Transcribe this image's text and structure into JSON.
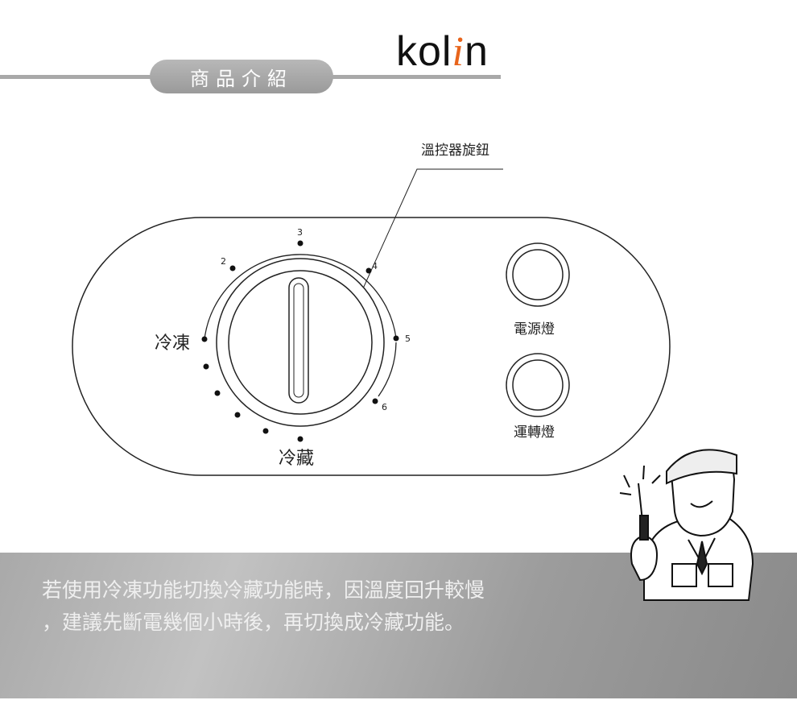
{
  "header": {
    "section_title": "商品介紹",
    "logo": "kolin"
  },
  "diagram": {
    "knob_label": "溫控器旋鈕",
    "dial_numbers": [
      "2",
      "3",
      "4",
      "5",
      "6"
    ],
    "freeze_label": "冷凍",
    "fridge_label": "冷藏",
    "power_lamp_label": "電源燈",
    "run_lamp_label": "運轉燈"
  },
  "note": {
    "line1": "若使用冷凍功能切換冷藏功能時，因溫度回升較慢",
    "line2": "，建議先斷電幾個小時後，再切換成冷藏功能。"
  }
}
